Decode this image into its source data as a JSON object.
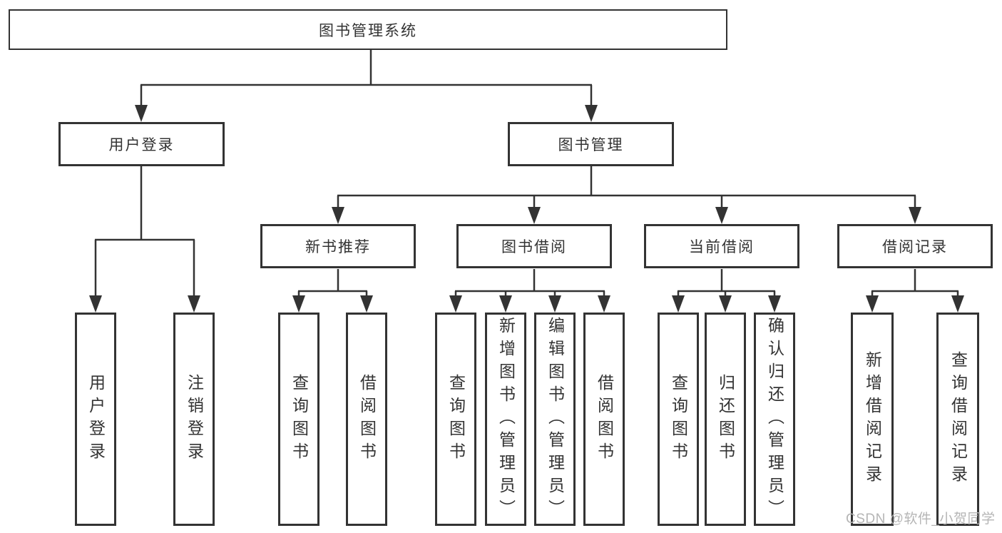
{
  "tree": {
    "root": {
      "label": "图书管理系统"
    },
    "branches": [
      {
        "label": "用户登录",
        "children": [
          {
            "label": "用户登录"
          },
          {
            "label": "注销登录"
          }
        ]
      },
      {
        "label": "图书管理",
        "children": [
          {
            "label": "新书推荐",
            "children": [
              {
                "label": "查询图书"
              },
              {
                "label": "借阅图书"
              }
            ]
          },
          {
            "label": "图书借阅",
            "children": [
              {
                "label": "查询图书"
              },
              {
                "label": "新增图书（管理员）"
              },
              {
                "label": "编辑图书（管理员）"
              },
              {
                "label": "借阅图书"
              }
            ]
          },
          {
            "label": "当前借阅",
            "children": [
              {
                "label": "查询图书"
              },
              {
                "label": "归还图书"
              },
              {
                "label": "确认归还（管理员）"
              }
            ]
          },
          {
            "label": "借阅记录",
            "children": [
              {
                "label": "新增借阅记录"
              },
              {
                "label": "查询借阅记录"
              }
            ]
          }
        ]
      }
    ]
  },
  "watermark": {
    "text": "CSDN @软件_小贺同学"
  },
  "colors": {
    "line": "#333333",
    "text": "#333333",
    "background": "#ffffff",
    "watermark": "#b5b5b5"
  }
}
